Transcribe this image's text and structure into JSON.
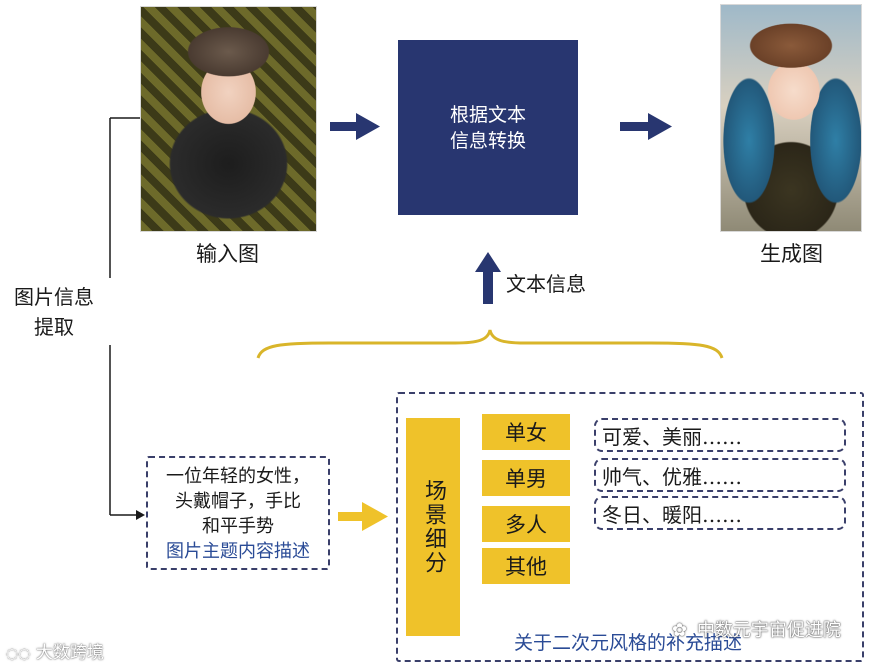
{
  "top": {
    "input_label": "输入图",
    "output_label": "生成图",
    "process_line1": "根据文本",
    "process_line2": "信息转换",
    "text_info_label": "文本信息"
  },
  "left": {
    "extract_line1": "图片信息",
    "extract_line2": "提取"
  },
  "summary_box": {
    "line1": "一位年轻的女性，",
    "line2": "头戴帽子，手比",
    "line3": "和平手势",
    "caption": "图片主题内容描述"
  },
  "scene": {
    "title": "场景细分",
    "categories": [
      {
        "name": "单女",
        "desc": "可爱、美丽……"
      },
      {
        "name": "单男",
        "desc": "帅气、优雅……"
      },
      {
        "name": "多人",
        "desc": "冬日、暖阳……"
      },
      {
        "name": "其他",
        "desc": ""
      }
    ],
    "caption": "关于二次元风格的补充描述"
  },
  "watermarks": {
    "bottom_left": "大数跨境",
    "bottom_right": "中数元宇宙促进院"
  },
  "colors": {
    "navy": "#283670",
    "gold": "#efc22a",
    "caption_blue": "#2a4b96"
  },
  "icons": [
    "arrow-right-icon",
    "arrow-up-icon",
    "curly-brace-icon",
    "wechat-icon"
  ]
}
